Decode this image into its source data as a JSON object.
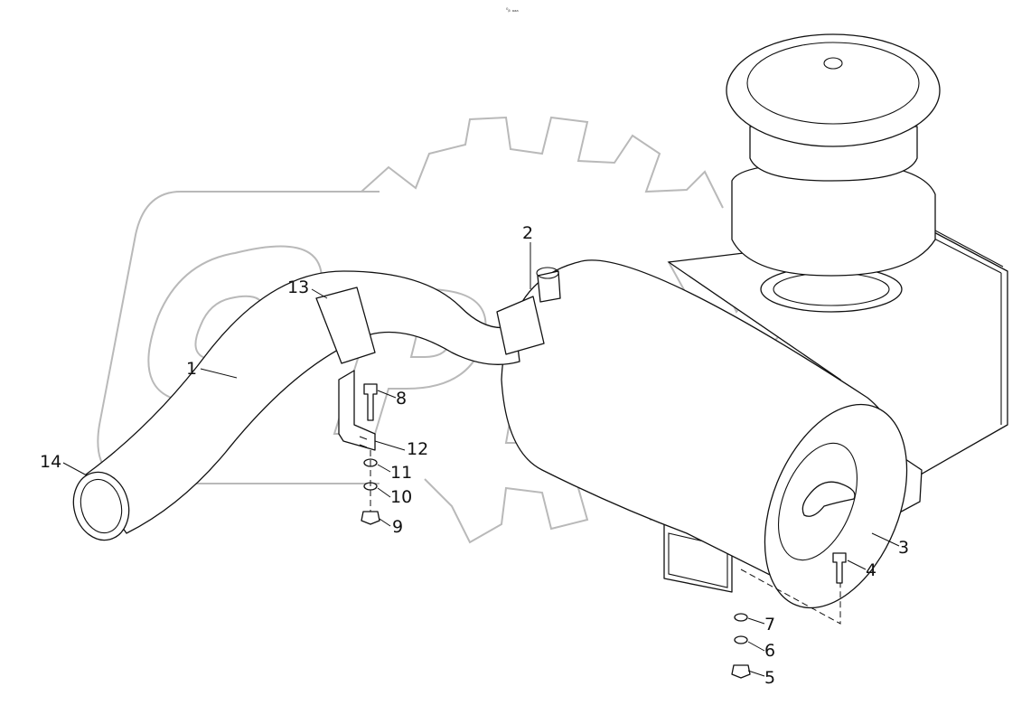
{
  "header_mark": "⁰ᵦ ₐₐₐ",
  "watermark": {
    "brand": "OPEX",
    "gear_icon": "gear-icon"
  },
  "callouts": {
    "c1": "1",
    "c2": "2",
    "c3": "3",
    "c4": "4",
    "c5": "5",
    "c6": "6",
    "c7": "7",
    "c8": "8",
    "c9": "9",
    "c10": "10",
    "c11": "11",
    "c12": "12",
    "c13": "13",
    "c14": "14"
  }
}
